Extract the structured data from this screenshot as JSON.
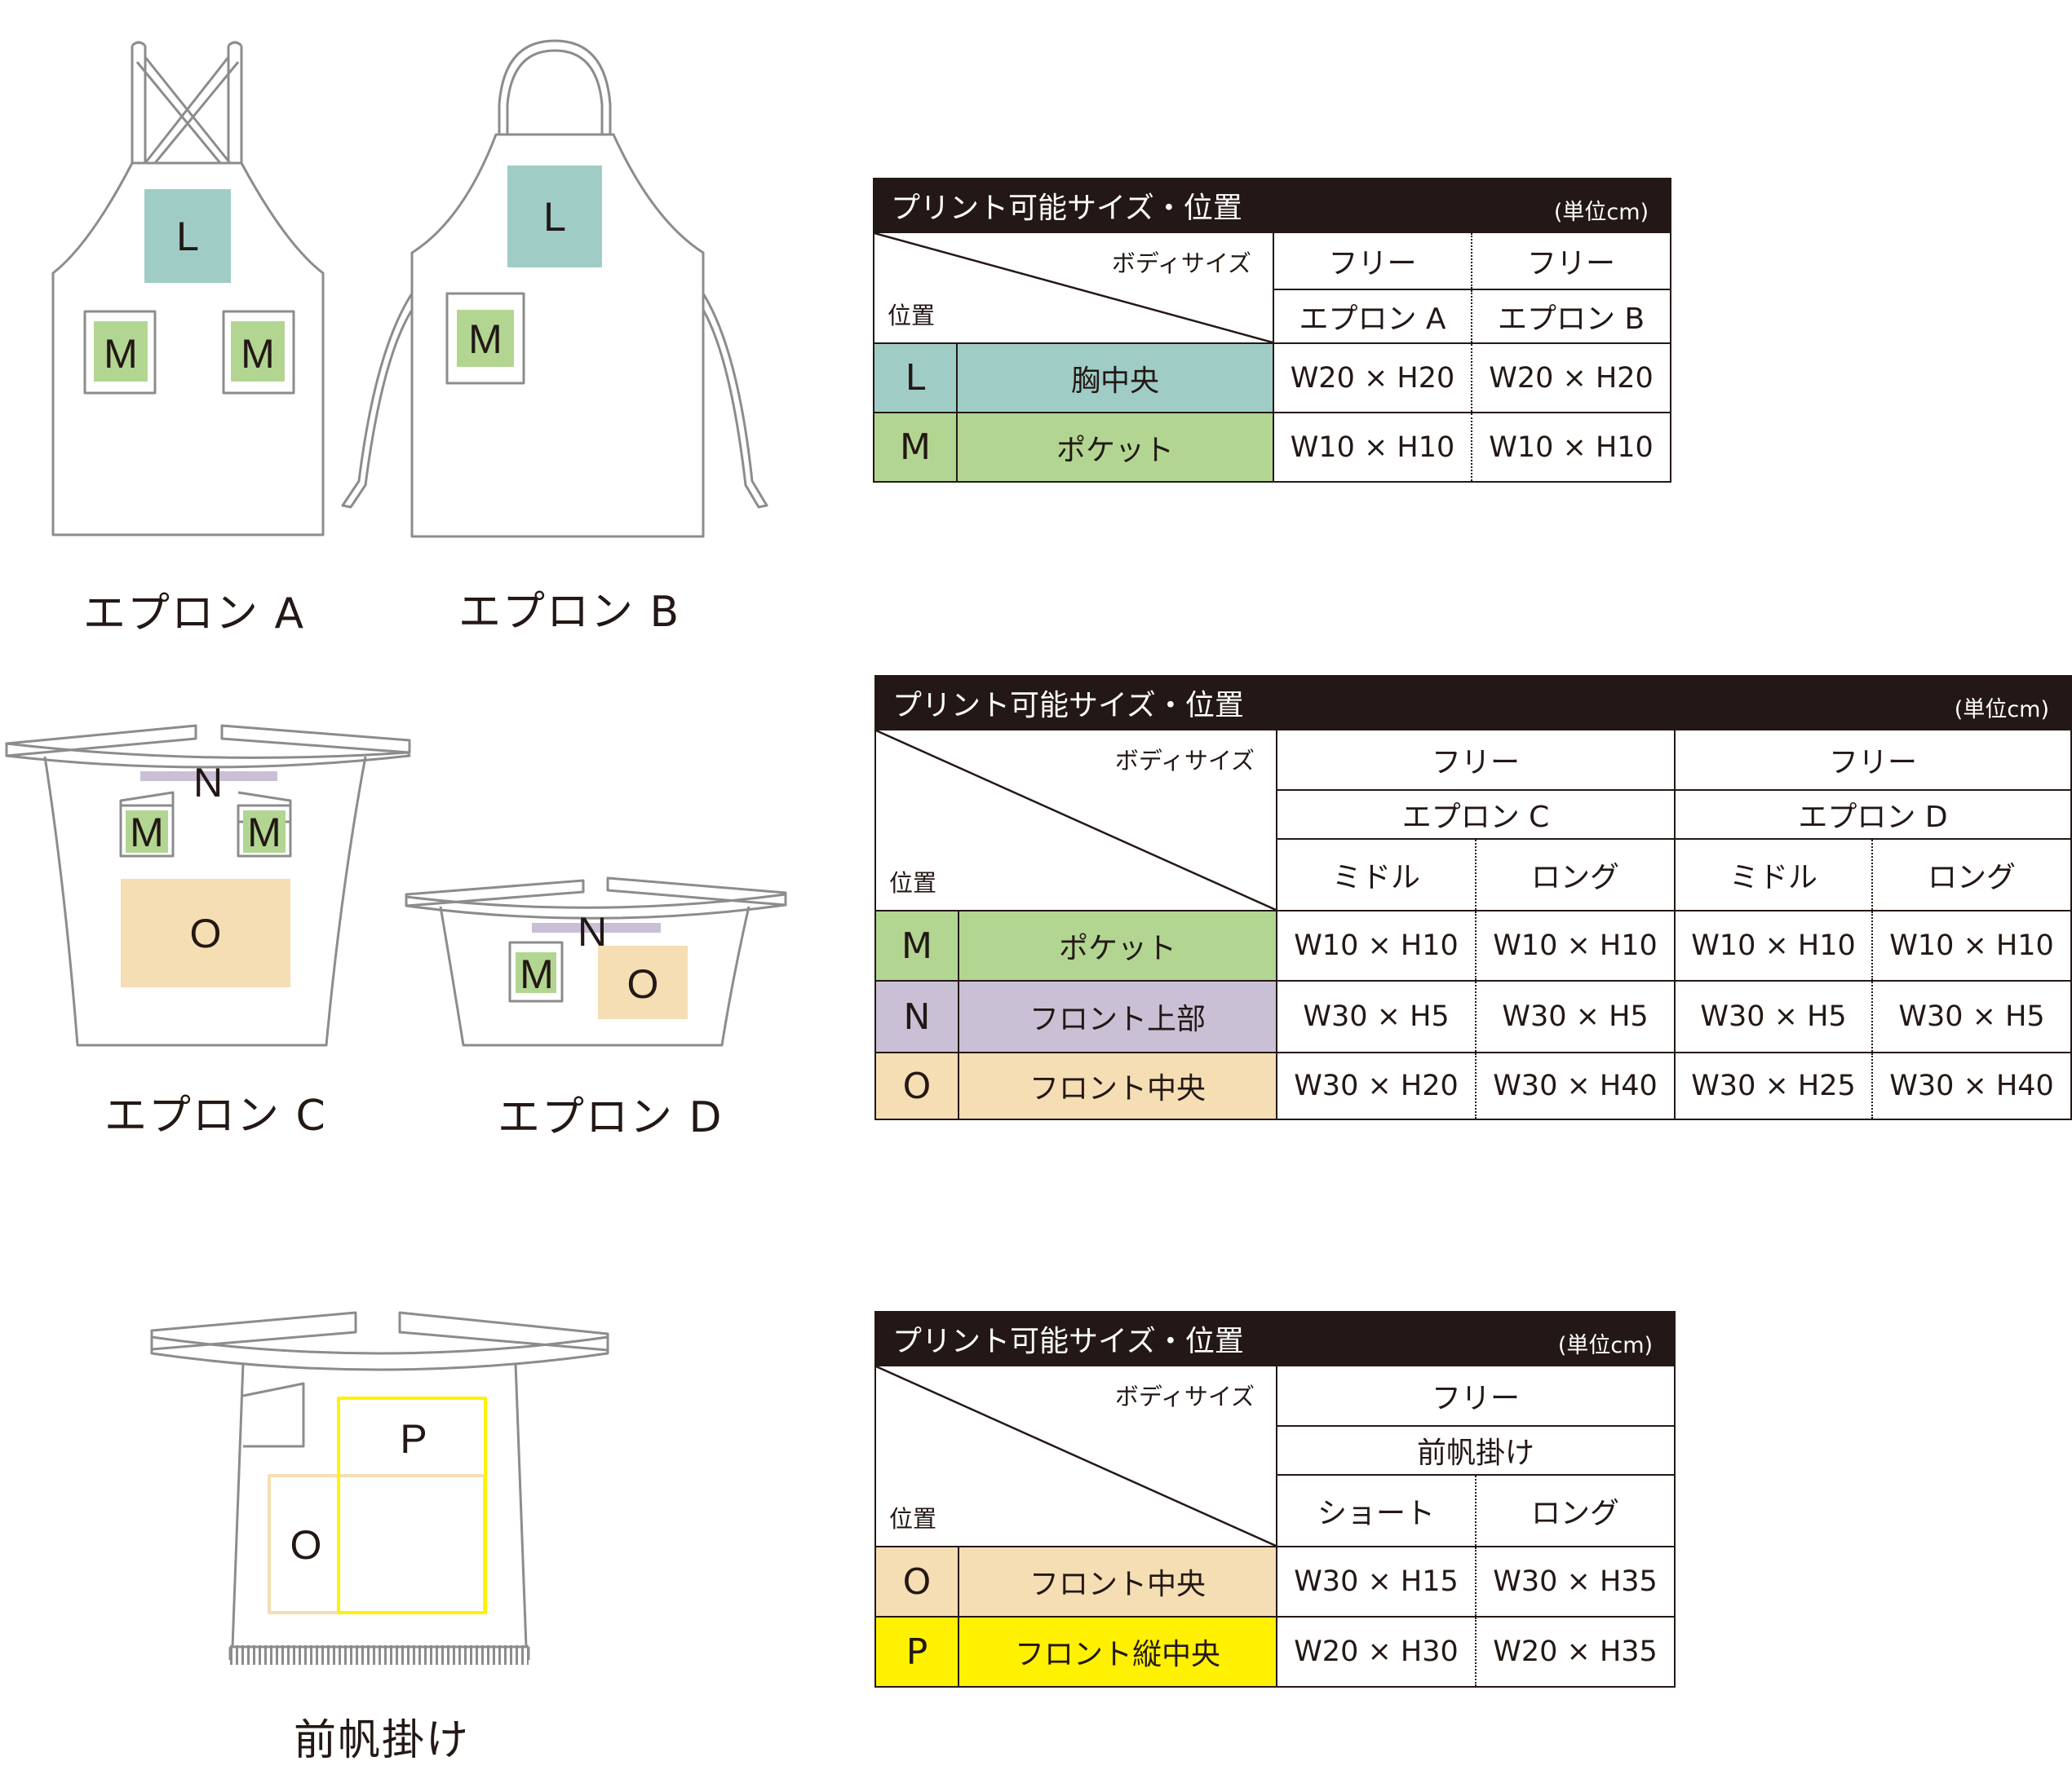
{
  "colors": {
    "L": "#9fcdc5",
    "M": "#b2d692",
    "N": "#c9c0d6",
    "O": "#f5deb3",
    "P": "#fff100",
    "header_bg": "#231815",
    "outline": "#8c8c8c"
  },
  "illustrations": {
    "apron_a": {
      "caption": "エプロン A",
      "labels": {
        "L": "L",
        "M1": "M",
        "M2": "M"
      }
    },
    "apron_b": {
      "caption": "エプロン B",
      "labels": {
        "L": "L",
        "M": "M"
      }
    },
    "apron_c": {
      "caption": "エプロン C",
      "labels": {
        "N": "N",
        "M1": "M",
        "M2": "M",
        "O": "O"
      }
    },
    "apron_d": {
      "caption": "エプロン D",
      "labels": {
        "N": "N",
        "M": "M",
        "O": "O"
      }
    },
    "maekake": {
      "caption": "前帆掛け",
      "labels": {
        "P": "P",
        "O": "O"
      }
    }
  },
  "table1": {
    "title": "プリント可能サイズ・位置",
    "unit": "(単位cm)",
    "body_size_label": "ボディサイズ",
    "position_label": "位置",
    "columns": [
      {
        "size": "フリー",
        "product": "エプロン A"
      },
      {
        "size": "フリー",
        "product": "エプロン B"
      }
    ],
    "rows": [
      {
        "letter": "L",
        "location": "胸中央",
        "values": [
          "W20 × H20",
          "W20 × H20"
        ]
      },
      {
        "letter": "M",
        "location": "ポケット",
        "values": [
          "W10 × H10",
          "W10 × H10"
        ]
      }
    ]
  },
  "table2": {
    "title": "プリント可能サイズ・位置",
    "unit": "(単位cm)",
    "body_size_label": "ボディサイズ",
    "position_label": "位置",
    "groups": [
      {
        "size": "フリー",
        "product": "エプロン C",
        "variants": [
          "ミドル",
          "ロング"
        ]
      },
      {
        "size": "フリー",
        "product": "エプロン D",
        "variants": [
          "ミドル",
          "ロング"
        ]
      }
    ],
    "rows": [
      {
        "letter": "M",
        "location": "ポケット",
        "values": [
          "W10 × H10",
          "W10 × H10",
          "W10 × H10",
          "W10 × H10"
        ]
      },
      {
        "letter": "N",
        "location": "フロント上部",
        "values": [
          "W30 × H5",
          "W30 × H5",
          "W30 × H5",
          "W30 × H5"
        ]
      },
      {
        "letter": "O",
        "location": "フロント中央",
        "values": [
          "W30 × H20",
          "W30 × H40",
          "W30 × H25",
          "W30 × H40"
        ]
      }
    ]
  },
  "table3": {
    "title": "プリント可能サイズ・位置",
    "unit": "(単位cm)",
    "body_size_label": "ボディサイズ",
    "position_label": "位置",
    "group": {
      "size": "フリー",
      "product": "前帆掛け",
      "variants": [
        "ショート",
        "ロング"
      ]
    },
    "rows": [
      {
        "letter": "O",
        "location": "フロント中央",
        "values": [
          "W30 × H15",
          "W30 × H35"
        ]
      },
      {
        "letter": "P",
        "location": "フロント縦中央",
        "values": [
          "W20 × H30",
          "W20 × H35"
        ]
      }
    ]
  }
}
